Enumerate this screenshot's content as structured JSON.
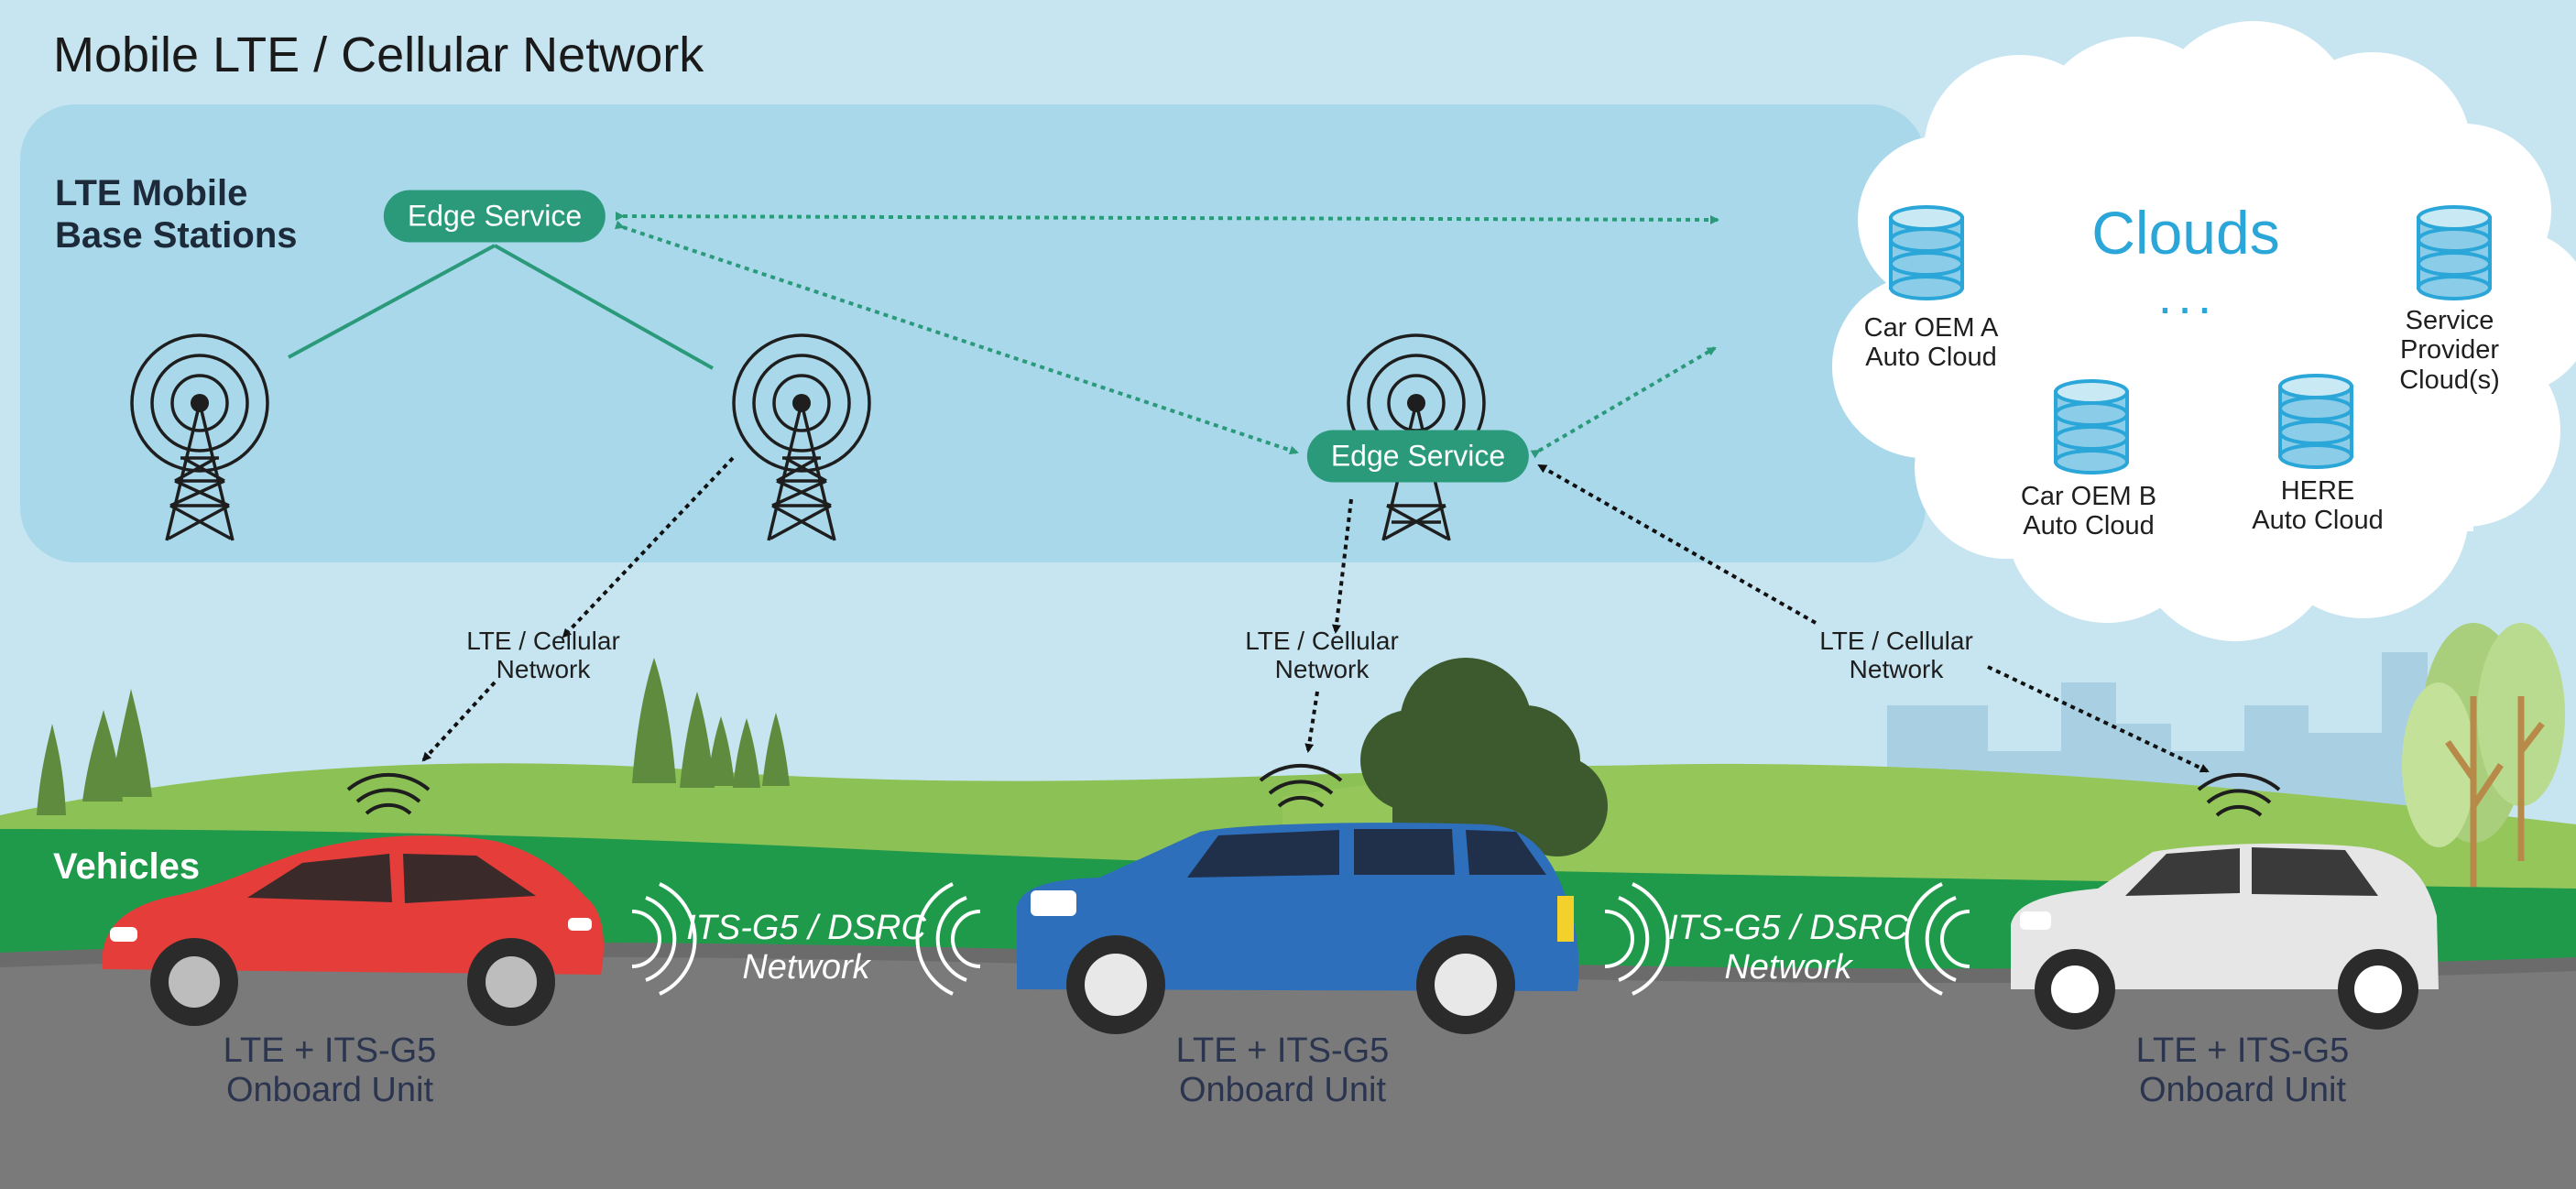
{
  "title": "Mobile LTE / Cellular Network",
  "base_stations_label": "LTE Mobile\nBase Stations",
  "edge_service_1": "Edge Service",
  "edge_service_2": "Edge Service",
  "clouds_title": "Clouds",
  "clouds_ellipsis": "...",
  "cloud_items": [
    "Car OEM A\nAuto Cloud",
    "Service Provider\nCloud(s)",
    "Car OEM B\nAuto Cloud",
    "HERE\nAuto Cloud"
  ],
  "cellular_links": [
    "LTE / Cellular\nNetwork",
    "LTE / Cellular\nNetwork",
    "LTE / Cellular\nNetwork"
  ],
  "vehicles_label": "Vehicles",
  "v2v_links": [
    "ITS-G5 / DSRC\nNetwork",
    "ITS-G5 / DSRC\nNetwork"
  ],
  "onboard_units": [
    "LTE + ITS-G5\nOnboard Unit",
    "LTE + ITS-G5\nOnboard Unit",
    "LTE + ITS-G5\nOnboard Unit"
  ],
  "icons": [
    "cell-tower-icon",
    "database-icon",
    "wifi-signal-icon",
    "car-icon"
  ],
  "colors": {
    "sky": "#c7e5f0",
    "base_station_panel": "#a9d8ea",
    "edge_service": "#2a9a7b",
    "clouds_accent": "#2aa6d8",
    "grass_band": "#1f9a4b",
    "road": "#7a7a7a",
    "red_car": "#e53e3a",
    "blue_car": "#2e6fbb",
    "white_car": "#e6e6e6"
  }
}
